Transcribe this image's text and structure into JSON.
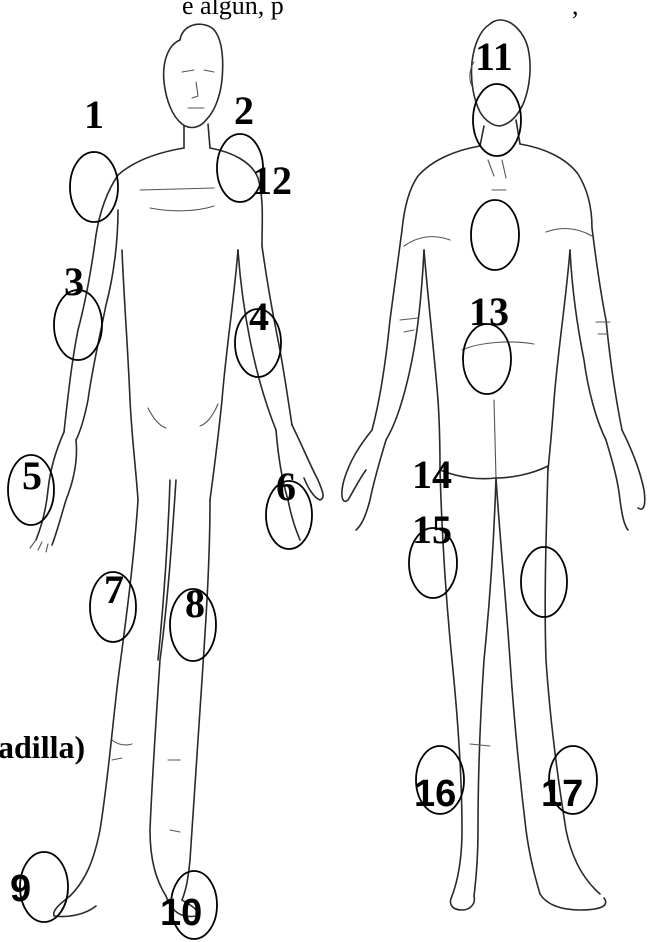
{
  "top_caption": "e algún, p",
  "top_caption_right": ",",
  "side_caption": "adilla)",
  "points": [
    {
      "id": "1",
      "label": "1"
    },
    {
      "id": "2",
      "label": "2"
    },
    {
      "id": "3",
      "label": "3"
    },
    {
      "id": "4",
      "label": "4"
    },
    {
      "id": "5",
      "label": "5"
    },
    {
      "id": "6",
      "label": "6"
    },
    {
      "id": "7",
      "label": "7"
    },
    {
      "id": "8",
      "label": "8"
    },
    {
      "id": "9",
      "label": "9"
    },
    {
      "id": "10",
      "label": "10"
    },
    {
      "id": "11",
      "label": "11"
    },
    {
      "id": "12",
      "label": "12"
    },
    {
      "id": "13",
      "label": "13"
    },
    {
      "id": "14",
      "label": "14"
    },
    {
      "id": "15",
      "label": "15"
    },
    {
      "id": "16",
      "label": "16"
    },
    {
      "id": "17",
      "label": "17"
    }
  ]
}
